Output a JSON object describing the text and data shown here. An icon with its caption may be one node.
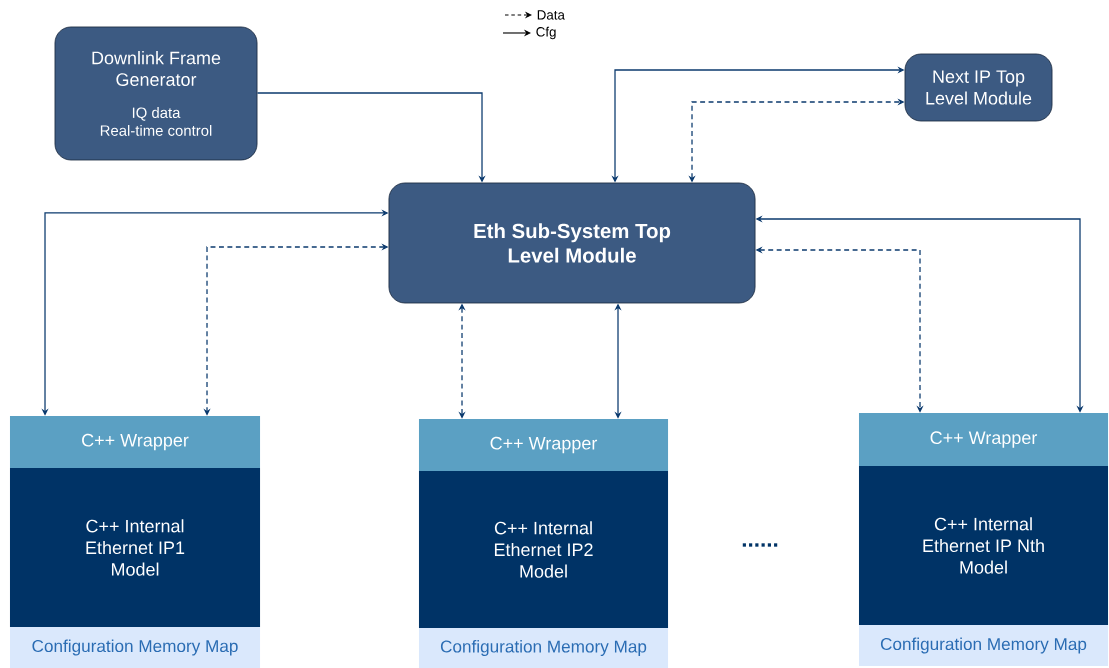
{
  "diagram": {
    "nodes": [
      {
        "text": [
          "Downlink Frame Generator",
          "IQ data Real-time control"
        ]
      },
      {
        "text": [
          "Eth Sub-System Top Level Module"
        ]
      },
      {
        "text": [
          "Next IP Top Level Module"
        ]
      },
      {
        "text": [
          "C++ Wrapper"
        ]
      },
      {
        "text": [
          "C++ Internal Ethernet IP1 Model"
        ]
      },
      {
        "text": [
          "Configuration Memory Map"
        ]
      },
      {
        "text": [
          "C++ Wrapper"
        ]
      },
      {
        "text": [
          "C++ Internal Ethernet IP2 Model"
        ]
      },
      {
        "text": [
          "Configuration Memory Map"
        ]
      },
      {
        "text": [
          "C++ Wrapper"
        ]
      },
      {
        "text": [
          "C++ Internal Ethernet IP Nth Model"
        ]
      },
      {
        "text": [
          "Configuration Memory Map"
        ]
      }
    ],
    "edges": [
      {
        "from": 0,
        "to": 1,
        "arrow": "to"
      },
      {
        "from": 1,
        "to": 2,
        "arrow": "both"
      },
      {
        "from": 1,
        "to": 2,
        "arrow": "both",
        "style": "dashed"
      },
      {
        "from": 1,
        "to": 3,
        "arrow": "both"
      },
      {
        "from": 1,
        "to": 3,
        "arrow": "both",
        "style": "dashed"
      },
      {
        "from": 1,
        "to": 6,
        "arrow": "both",
        "style": "dashed"
      },
      {
        "from": 1,
        "to": 6,
        "arrow": "both"
      },
      {
        "from": 1,
        "to": 9,
        "arrow": "both"
      },
      {
        "from": 1,
        "to": 9,
        "arrow": "both",
        "style": "dashed"
      }
    ],
    "labels": [
      "......"
    ],
    "legend": [
      {
        "text": "Data"
      },
      {
        "text": "Cfg"
      }
    ]
  }
}
